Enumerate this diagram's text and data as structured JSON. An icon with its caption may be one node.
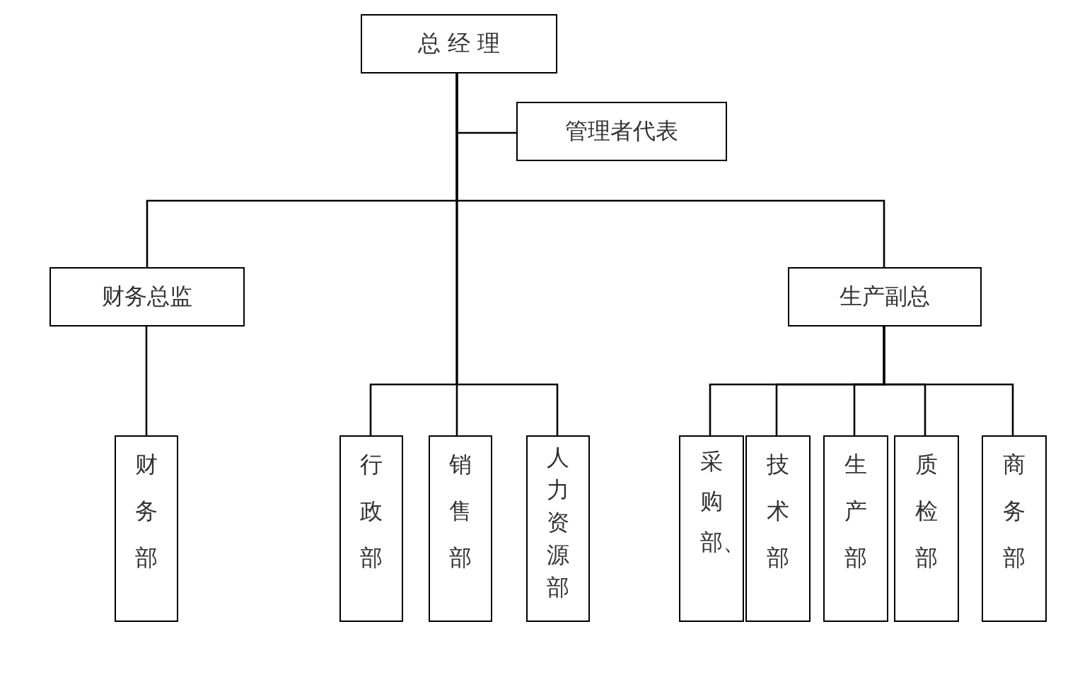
{
  "diagram": {
    "nodes": [
      {
        "text": [
          "总 经 理"
        ]
      },
      {
        "text": [
          "管理者代表"
        ]
      },
      {
        "text": [
          "财务总监"
        ]
      },
      {
        "text": [
          "生产副总"
        ]
      },
      {
        "text": [
          "财务部"
        ]
      },
      {
        "text": [
          "行政部"
        ]
      },
      {
        "text": [
          "销售部"
        ]
      },
      {
        "text": [
          "人力资源部"
        ]
      },
      {
        "text": [
          "采购部、"
        ]
      },
      {
        "text": [
          "技术部"
        ]
      },
      {
        "text": [
          "生产部"
        ]
      },
      {
        "text": [
          "质检部"
        ]
      },
      {
        "text": [
          "商务部"
        ]
      }
    ],
    "edges": [
      {
        "from": 0,
        "to": 1,
        "arrow": "none"
      },
      {
        "from": 0,
        "to": 2,
        "arrow": "none"
      },
      {
        "from": 0,
        "to": 3,
        "arrow": "none"
      },
      {
        "from": 0,
        "to": 5,
        "arrow": "none"
      },
      {
        "from": 0,
        "to": 6,
        "arrow": "none"
      },
      {
        "from": 0,
        "to": 7,
        "arrow": "none"
      },
      {
        "from": 2,
        "to": 4,
        "arrow": "none"
      },
      {
        "from": 3,
        "to": 8,
        "arrow": "none"
      },
      {
        "from": 3,
        "to": 9,
        "arrow": "none"
      },
      {
        "from": 3,
        "to": 10,
        "arrow": "none"
      },
      {
        "from": 3,
        "to": 11,
        "arrow": "none"
      },
      {
        "from": 3,
        "to": 12,
        "arrow": "none"
      }
    ]
  }
}
